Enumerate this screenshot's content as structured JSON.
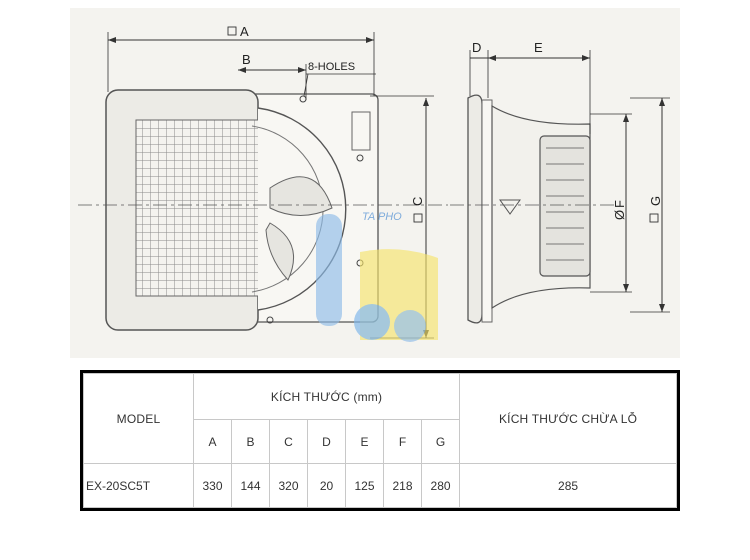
{
  "drawing": {
    "labels": {
      "a": "A",
      "b": "B",
      "holes": "8-HOLES",
      "c": "C",
      "d": "D",
      "e": "E",
      "f": "F",
      "g": "G"
    },
    "watermark": "TA PHO"
  },
  "table": {
    "model_header": "MODEL",
    "dims_header": "KÍCH THƯỚC (mm)",
    "hole_header": "KÍCH THƯỚC CHỪA LỖ",
    "columns": [
      "A",
      "B",
      "C",
      "D",
      "E",
      "F",
      "G"
    ],
    "rows": [
      {
        "model": "EX-20SC5T",
        "values": [
          "330",
          "144",
          "320",
          "20",
          "125",
          "218",
          "280"
        ],
        "hole": "285"
      }
    ]
  }
}
